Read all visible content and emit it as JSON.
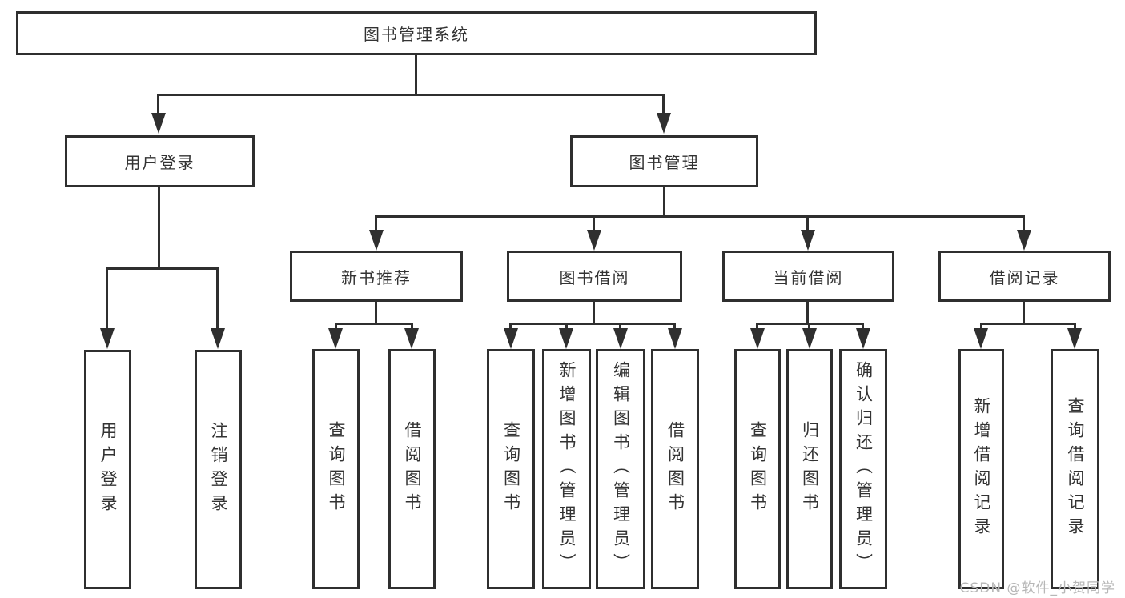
{
  "diagram": {
    "root_label": "图书管理系统",
    "level2": [
      {
        "label": "用户登录"
      },
      {
        "label": "图书管理"
      }
    ],
    "level3": [
      {
        "label": "新书推荐"
      },
      {
        "label": "图书借阅"
      },
      {
        "label": "当前借阅"
      },
      {
        "label": "借阅记录"
      }
    ],
    "leaves": {
      "user_login": [
        "用户登录",
        "注销登录"
      ],
      "new_book_recommend": [
        "查询图书",
        "借阅图书"
      ],
      "book_borrow": [
        "查询图书",
        "新增图书（管理员）",
        "编辑图书（管理员）",
        "借阅图书"
      ],
      "current_borrow": [
        "查询图书",
        "归还图书",
        "确认归还（管理员）"
      ],
      "borrow_records": [
        "新增借阅记录",
        "查询借阅记录"
      ]
    }
  },
  "watermark": {
    "text": "CSDN @软件_小贺同学"
  },
  "colors": {
    "line": "#2f2f2f",
    "text": "#333333",
    "watermark": "#b7b7b7",
    "background": "#ffffff"
  }
}
